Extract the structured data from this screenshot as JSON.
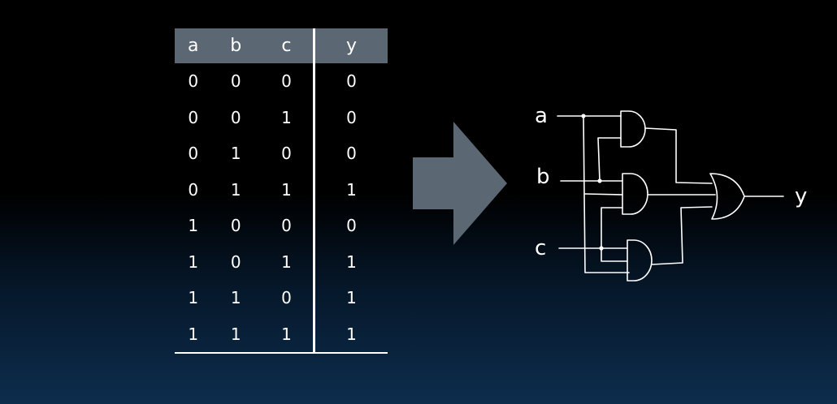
{
  "truth_table": {
    "headers": [
      "a",
      "b",
      "c",
      "y"
    ],
    "rows": [
      [
        "0",
        "0",
        "0",
        "0"
      ],
      [
        "0",
        "0",
        "1",
        "0"
      ],
      [
        "0",
        "1",
        "0",
        "0"
      ],
      [
        "0",
        "1",
        "1",
        "1"
      ],
      [
        "1",
        "0",
        "0",
        "0"
      ],
      [
        "1",
        "0",
        "1",
        "1"
      ],
      [
        "1",
        "1",
        "0",
        "1"
      ],
      [
        "1",
        "1",
        "1",
        "1"
      ]
    ]
  },
  "circuit": {
    "inputs": [
      "a",
      "b",
      "c"
    ],
    "output": "y"
  },
  "colors": {
    "header_bg": "#5b6772",
    "arrow": "#5b6772",
    "text": "#ffffff"
  }
}
